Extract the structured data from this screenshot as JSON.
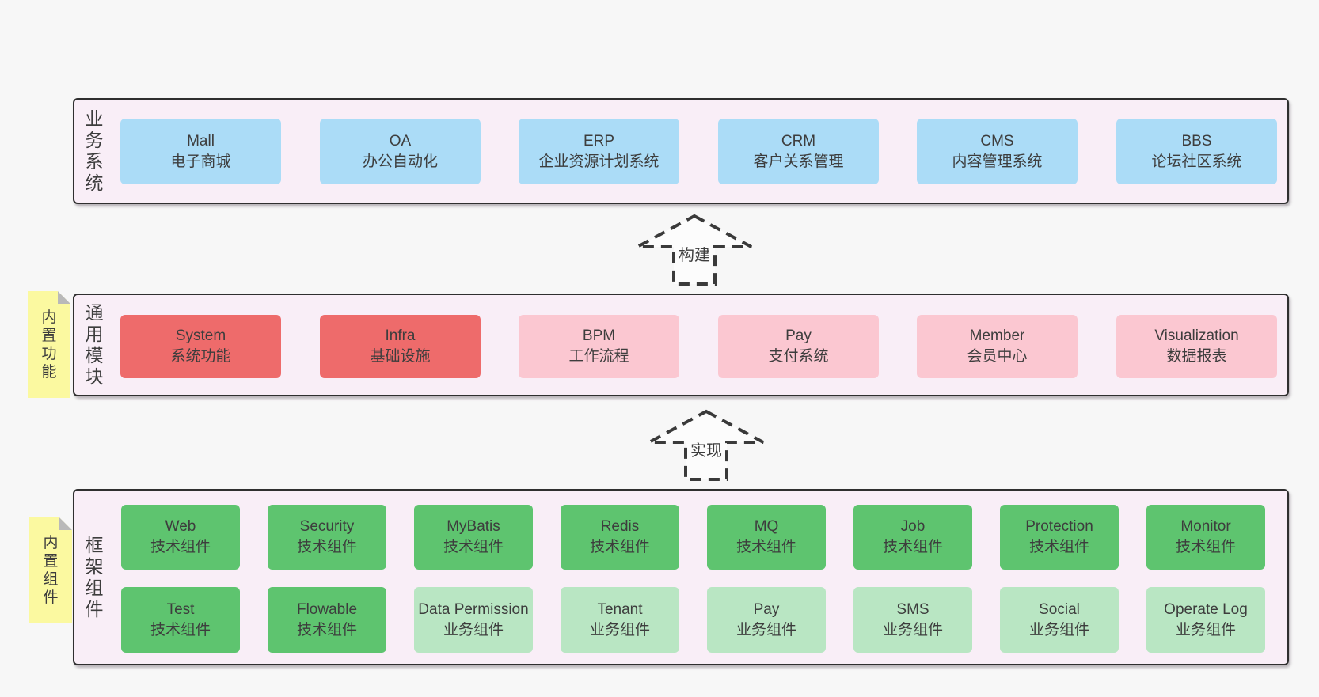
{
  "colors": {
    "background": "#f7f7f7",
    "container_fill": "#f9eef7",
    "container_border": "#2f2f2f",
    "text": "#3d3d3d",
    "blue_box": "#abdcf7",
    "red_box": "#ee6b6b",
    "pink_box": "#fbc7d1",
    "green_box": "#5ec46f",
    "light_green_box": "#b9e6c3",
    "tag_yellow": "#fbf9a0",
    "tag_fold_gray": "#b9b9b9",
    "arrow_stroke": "#3a3a3a",
    "arrow_fill": "#fcfcfc"
  },
  "layers": {
    "business": {
      "label": "业务系统",
      "boxes": [
        {
          "title": "Mall",
          "subtitle": "电子商城",
          "variant": "blue"
        },
        {
          "title": "OA",
          "subtitle": "办公自动化",
          "variant": "blue"
        },
        {
          "title": "ERP",
          "subtitle": "企业资源计划系统",
          "variant": "blue"
        },
        {
          "title": "CRM",
          "subtitle": "客户关系管理",
          "variant": "blue"
        },
        {
          "title": "CMS",
          "subtitle": "内容管理系统",
          "variant": "blue"
        },
        {
          "title": "BBS",
          "subtitle": "论坛社区系统",
          "variant": "blue"
        }
      ]
    },
    "modules": {
      "tag": "内置功能",
      "label": "通用模块",
      "boxes": [
        {
          "title": "System",
          "subtitle": "系统功能",
          "variant": "red"
        },
        {
          "title": "Infra",
          "subtitle": "基础设施",
          "variant": "red"
        },
        {
          "title": "BPM",
          "subtitle": "工作流程",
          "variant": "pink"
        },
        {
          "title": "Pay",
          "subtitle": "支付系统",
          "variant": "pink"
        },
        {
          "title": "Member",
          "subtitle": "会员中心",
          "variant": "pink"
        },
        {
          "title": "Visualization",
          "subtitle": "数据报表",
          "variant": "pink"
        }
      ]
    },
    "framework": {
      "tag": "内置组件",
      "label": "框架组件",
      "row1": [
        {
          "title": "Web",
          "subtitle": "技术组件",
          "variant": "green"
        },
        {
          "title": "Security",
          "subtitle": "技术组件",
          "variant": "green"
        },
        {
          "title": "MyBatis",
          "subtitle": "技术组件",
          "variant": "green"
        },
        {
          "title": "Redis",
          "subtitle": "技术组件",
          "variant": "green"
        },
        {
          "title": "MQ",
          "subtitle": "技术组件",
          "variant": "green"
        },
        {
          "title": "Job",
          "subtitle": "技术组件",
          "variant": "green"
        },
        {
          "title": "Protection",
          "subtitle": "技术组件",
          "variant": "green"
        },
        {
          "title": "Monitor",
          "subtitle": "技术组件",
          "variant": "green"
        }
      ],
      "row2": [
        {
          "title": "Test",
          "subtitle": "技术组件",
          "variant": "green"
        },
        {
          "title": "Flowable",
          "subtitle": "技术组件",
          "variant": "green"
        },
        {
          "title": "Data Permission",
          "subtitle": "业务组件",
          "variant": "lightgreen"
        },
        {
          "title": "Tenant",
          "subtitle": "业务组件",
          "variant": "lightgreen"
        },
        {
          "title": "Pay",
          "subtitle": "业务组件",
          "variant": "lightgreen"
        },
        {
          "title": "SMS",
          "subtitle": "业务组件",
          "variant": "lightgreen"
        },
        {
          "title": "Social",
          "subtitle": "业务组件",
          "variant": "lightgreen"
        },
        {
          "title": "Operate Log",
          "subtitle": "业务组件",
          "variant": "lightgreen"
        }
      ]
    }
  },
  "arrows": {
    "build": {
      "label": "构建"
    },
    "implement": {
      "label": "实现"
    }
  }
}
